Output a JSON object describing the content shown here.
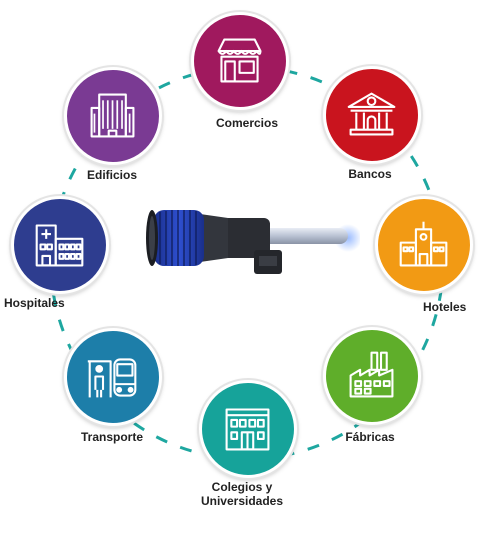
{
  "nodes": [
    {
      "id": "comercios",
      "label": "Comercios",
      "color": "#a0195e",
      "icon": "storefront-icon"
    },
    {
      "id": "bancos",
      "label": "Bancos",
      "color": "#c9141e",
      "icon": "bank-icon"
    },
    {
      "id": "hoteles",
      "label": "Hoteles",
      "color": "#f29a14",
      "icon": "hotel-icon"
    },
    {
      "id": "fabricas",
      "label": "Fábricas",
      "color": "#5fae2a",
      "icon": "factory-icon"
    },
    {
      "id": "colegios",
      "label_line1": "Colegios y",
      "label_line2": "Universidades",
      "color": "#16a39a",
      "icon": "school-icon"
    },
    {
      "id": "transporte",
      "label": "Transporte",
      "color": "#1d7ea9",
      "icon": "bus-stop-icon"
    },
    {
      "id": "hospitales",
      "label": "Hospitales",
      "color": "#2e3d8f",
      "icon": "hospital-icon"
    },
    {
      "id": "edificios",
      "label": "Edificios",
      "color": "#7a3a93",
      "icon": "office-building-icon"
    }
  ],
  "connector_color": "#1ea7a0",
  "product_icon": "uv-air-purifier-device"
}
